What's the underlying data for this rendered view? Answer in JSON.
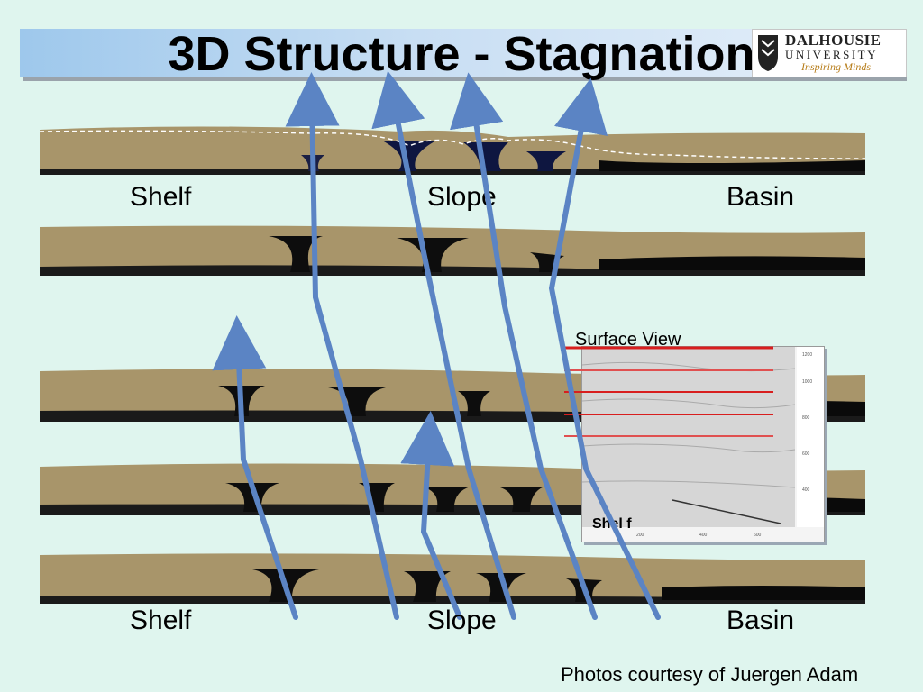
{
  "slide": {
    "title": "3D Structure - Stagnation",
    "labels_top": {
      "shelf": "Shelf",
      "slope": "Slope",
      "basin": "Basin"
    },
    "labels_bottom": {
      "shelf": "Shelf",
      "slope": "Slope",
      "basin": "Basin"
    },
    "inset_title": "Surface View",
    "inset_shelf_label": "Shel f",
    "credit": "Photos courtesy of Juergen Adam"
  },
  "logo": {
    "line1": "DALHOUSIE",
    "line2": "UNIVERSITY",
    "tagline": "Inspiring Minds"
  },
  "colors": {
    "background": "#dff5ee",
    "sand": "#a8956a",
    "salt": "#0c0c0c",
    "arrow": "#5b84c4",
    "section_line": "#e02020",
    "logo_tagline": "#b77d1a"
  }
}
